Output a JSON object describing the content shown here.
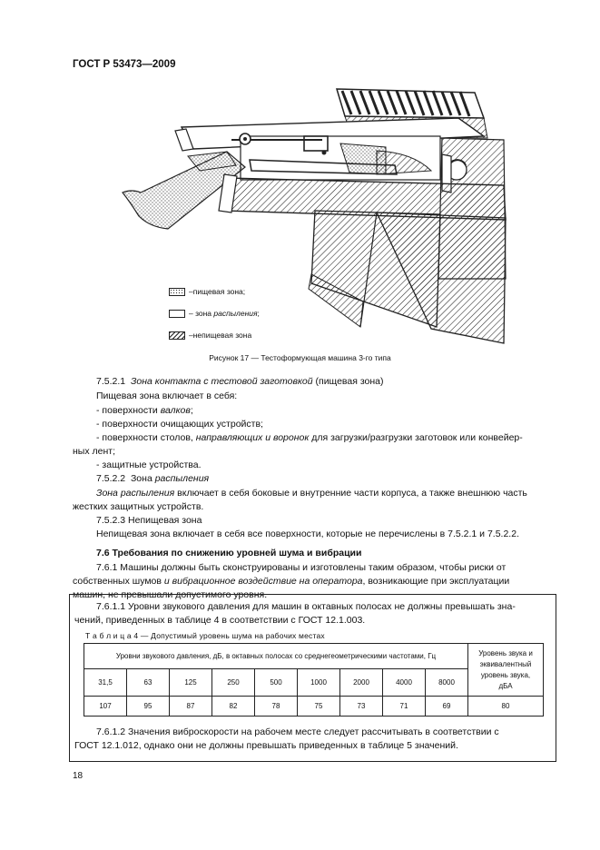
{
  "header": {
    "doc_number": "ГОСТ Р 53473—2009"
  },
  "figure": {
    "legend": [
      {
        "prefix": "– ",
        "text": "пищевая зона;",
        "pattern": "dots"
      },
      {
        "prefix": "– зона ",
        "text_italic": "распыления",
        "suffix": ";",
        "pattern": "blank"
      },
      {
        "prefix": "– ",
        "text": "непищевая зона",
        "pattern": "hatch"
      }
    ],
    "caption": "Рисунок 17 — Тестоформующая машина 3-го типа"
  },
  "body": {
    "s7521_num": "7.5.2.1",
    "s7521_title_italic": "Зона контакта с тестовой заготовкой",
    "s7521_title_tail": " (пищевая зона)",
    "food_zone_intro": "Пищевая зона включает в себя:",
    "item1_pre": "- поверхности ",
    "item1_italic": "валков",
    "item1_post": ";",
    "item2": "- поверхности очищающих устройств;",
    "item3_pre": "- поверхности столов, ",
    "item3_italic": "направляющих и воронок",
    "item3_post": " для загрузки/разгрузки заготовок или конвейер-",
    "item3_cont": "ных лент;",
    "item4": "- защитные устройства.",
    "s7522_num": "7.5.2.2",
    "s7522_pre": "Зона ",
    "s7522_italic": "распыления",
    "spray_italic": "Зона распыления",
    "spray_text": " включает в себя боковые и внутренние части корпуса, а также внешнюю часть",
    "spray_cont": "жестких защитных устройств.",
    "s7523_heading": "7.5.2.3  Непищевая зона",
    "nonfood_text": "Непищевая зона включает в себя все поверхности, которые не перечислены в 7.5.2.1 и 7.5.2.2.",
    "s76_heading": "7.6  Требования по снижению уровней шума и вибрации",
    "s761_l1": "7.6.1  Машины должны быть сконструированы и изготовлены таким образом, чтобы риски от",
    "s761_l2_pre": "собственных шумов ",
    "s761_l2_italic": "и вибрационное воздействие на оператора",
    "s761_l2_post": ", возникающие при эксплуатации",
    "s761_l3": "машин, не превышали допустимого уровня."
  },
  "box": {
    "p1_l1": "7.6.1.1  Уровни звукового давления для машин в октавных полосах не должны превышать зна-",
    "p1_l2": "чений, приведенных в таблице 4 в соответствии с ГОСТ 12.1.003.",
    "table_caption": "Т а б л и ц а  4 — Допустимый уровень шума на рабочих местах",
    "table_header_freq": "Уровни звукового давления, дБ, в октавных полосах со среднегеометрическими частотами, Гц",
    "table_header_eq": [
      "Уровень звука и",
      "эквивалентный",
      "уровень звука,",
      "дБА"
    ],
    "frequencies": [
      "31,5",
      "63",
      "125",
      "250",
      "500",
      "1000",
      "2000",
      "4000",
      "8000"
    ],
    "levels": [
      "107",
      "95",
      "87",
      "82",
      "78",
      "75",
      "73",
      "71",
      "69"
    ],
    "eq_level": "80",
    "p2_l1": "7.6.1.2  Значения виброскорости на рабочем месте следует рассчитывать в соответствии с",
    "p2_l2": "ГОСТ 12.1.012, однако они не должны превышать приведенных в таблице 5 значений."
  },
  "page_number": "18"
}
